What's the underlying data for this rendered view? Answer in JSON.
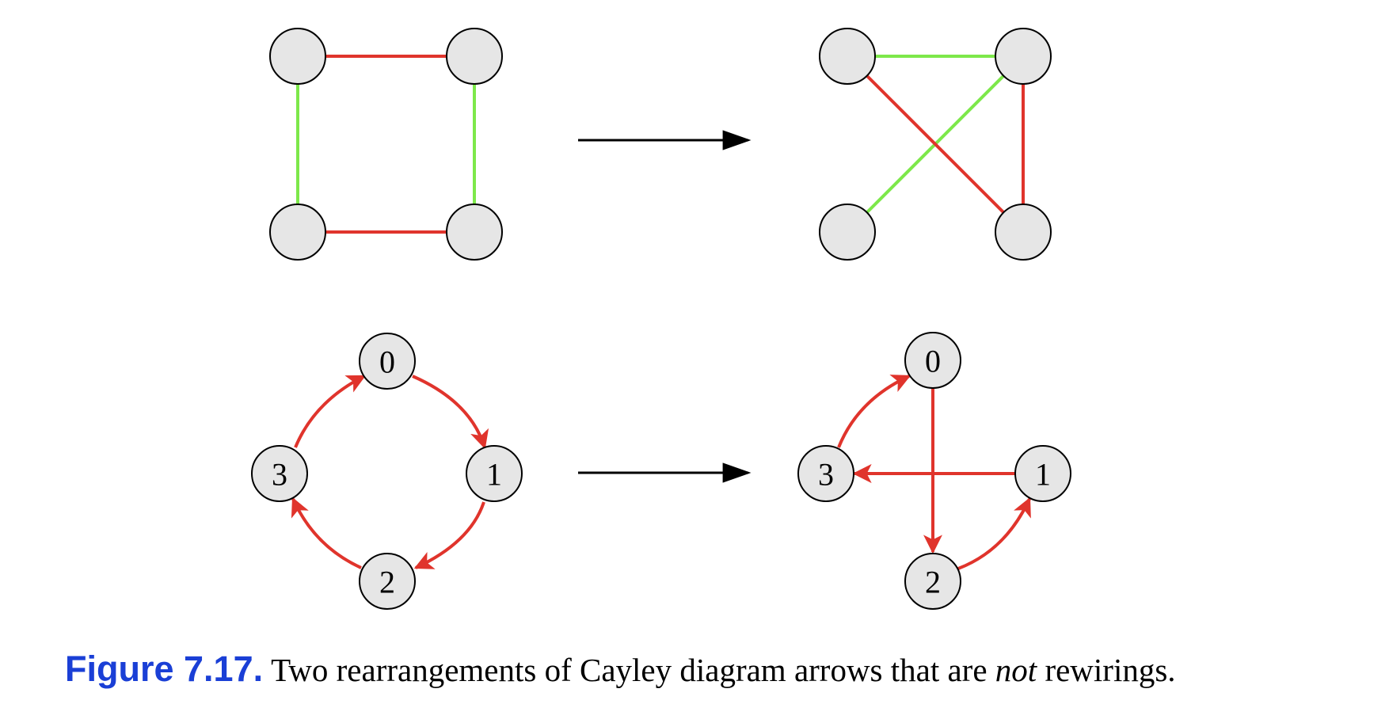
{
  "colors": {
    "red_edge": "#e0342c",
    "green_edge": "#7de84a",
    "node_fill": "#e6e6e6",
    "transform_arrow": "#000000",
    "caption_label": "#1a3fd6"
  },
  "diagrams": {
    "bottom_left_nodes": [
      "0",
      "1",
      "2",
      "3"
    ],
    "bottom_right_nodes": [
      "0",
      "1",
      "2",
      "3"
    ]
  },
  "caption": {
    "label": "Figure 7.17.",
    "text_before": "Two rearrangements of Cayley diagram arrows that are ",
    "emphasis": "not",
    "text_after": " rewirings."
  }
}
